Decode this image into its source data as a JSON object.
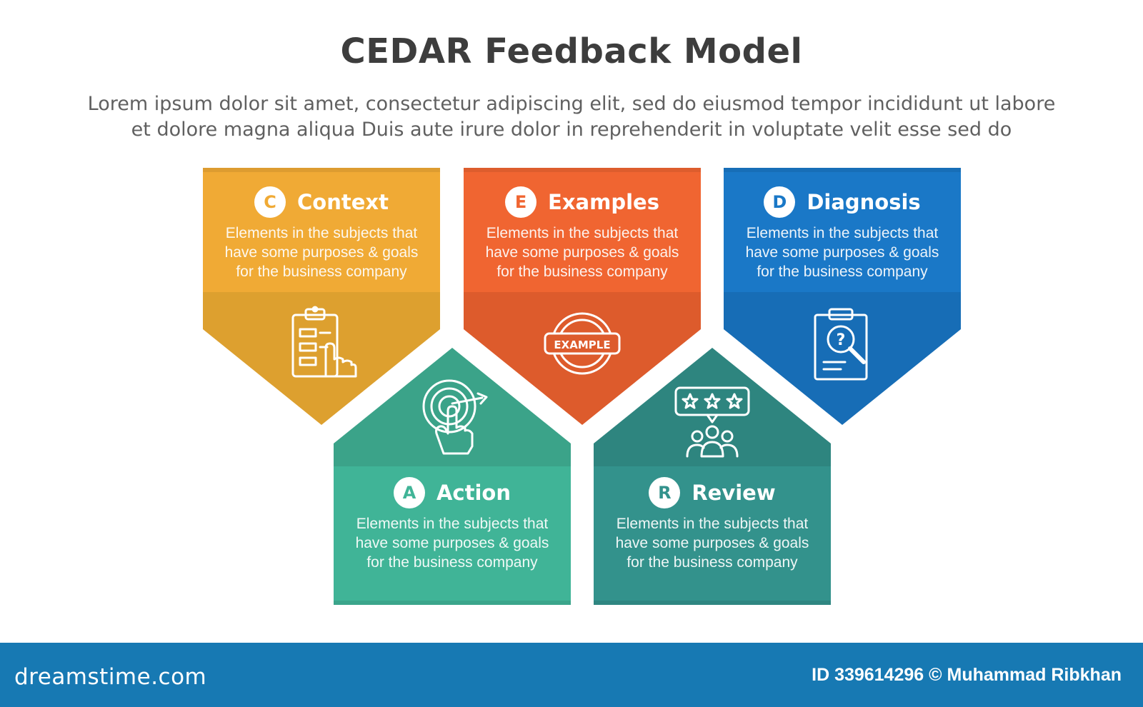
{
  "title": "CEDAR Feedback Model",
  "subtitle_lines": [
    "Lorem ipsum dolor sit amet, consectetur adipiscing elit, sed do eiusmod tempor incididunt ut labore",
    "et dolore magna aliqua Duis aute irure dolor in reprehenderit in voluptate velit esse sed do"
  ],
  "cards": [
    {
      "letter": "C",
      "title": "Context",
      "desc": [
        "Elements in the subjects that",
        "have  some purposes & goals",
        "for the  business company"
      ],
      "color": "#f0aa35",
      "color_dark": "#dda02f",
      "icon": "clipboard-hand-icon"
    },
    {
      "letter": "E",
      "title": "Examples",
      "desc": [
        "Elements in the subjects that",
        "have  some purposes & goals",
        "for the  business company"
      ],
      "color": "#f06531",
      "color_dark": "#dd5b2c",
      "icon": "example-stamp-icon",
      "icon_text": "EXAMPLE"
    },
    {
      "letter": "D",
      "title": "Diagnosis",
      "desc": [
        "Elements in the subjects that",
        "have  some purposes & goals",
        "for the  business company"
      ],
      "color": "#1a78c7",
      "color_dark": "#176db6",
      "icon": "document-search-icon"
    },
    {
      "letter": "A",
      "title": "Action",
      "desc": [
        "Elements in the subjects that",
        "have  some purposes & goals",
        "for the  business company"
      ],
      "color": "#40b497",
      "color_dark": "#3ba389",
      "icon": "target-click-icon"
    },
    {
      "letter": "R",
      "title": "Review",
      "desc": [
        "Elements in the subjects that",
        "have  some purposes & goals",
        "for the  business company"
      ],
      "color": "#33928c",
      "color_dark": "#2e857f",
      "icon": "rating-review-icon"
    }
  ],
  "footer": {
    "brand": "dreamstime.com",
    "credit": "ID 339614296 © Muhammad Ribkhan"
  }
}
